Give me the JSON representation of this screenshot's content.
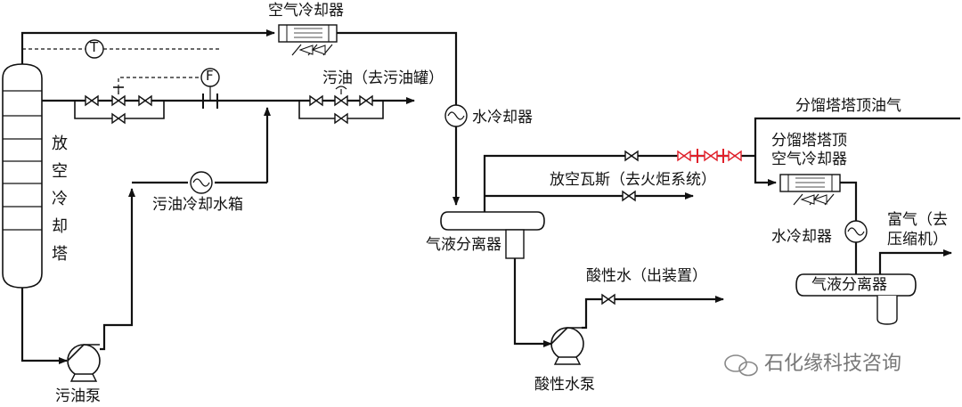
{
  "labels": {
    "air_cooler": "空气冷却器",
    "dirty_oil_to_tank": "污油（去污油罐）",
    "water_cooler_1": "水冷却器",
    "column_top_gas": "分馏塔塔顶油气",
    "column_air_cooler": "分馏塔塔顶\n空气冷却器",
    "vent_gas": "放空瓦斯（去火炬系统）",
    "dirty_oil_cooler_box": "污油冷却水箱",
    "gas_liquid_separator_1": "气液分离器",
    "water_cooler_2": "水冷却器",
    "rich_gas": "富气（去\n压缩机）",
    "gas_liquid_separator_2": "气液分离器",
    "sour_water_out": "酸性水（出装置）",
    "sour_water_pump": "酸性水泵",
    "dirty_oil_pump": "污油泵",
    "tower": "放空冷却塔",
    "instrument_T": "T",
    "instrument_F": "F",
    "watermark": "石化缘科技咨询"
  },
  "colors": {
    "line": "#111111",
    "highlight_valves": "#e0202a",
    "watermark": "#777777"
  }
}
